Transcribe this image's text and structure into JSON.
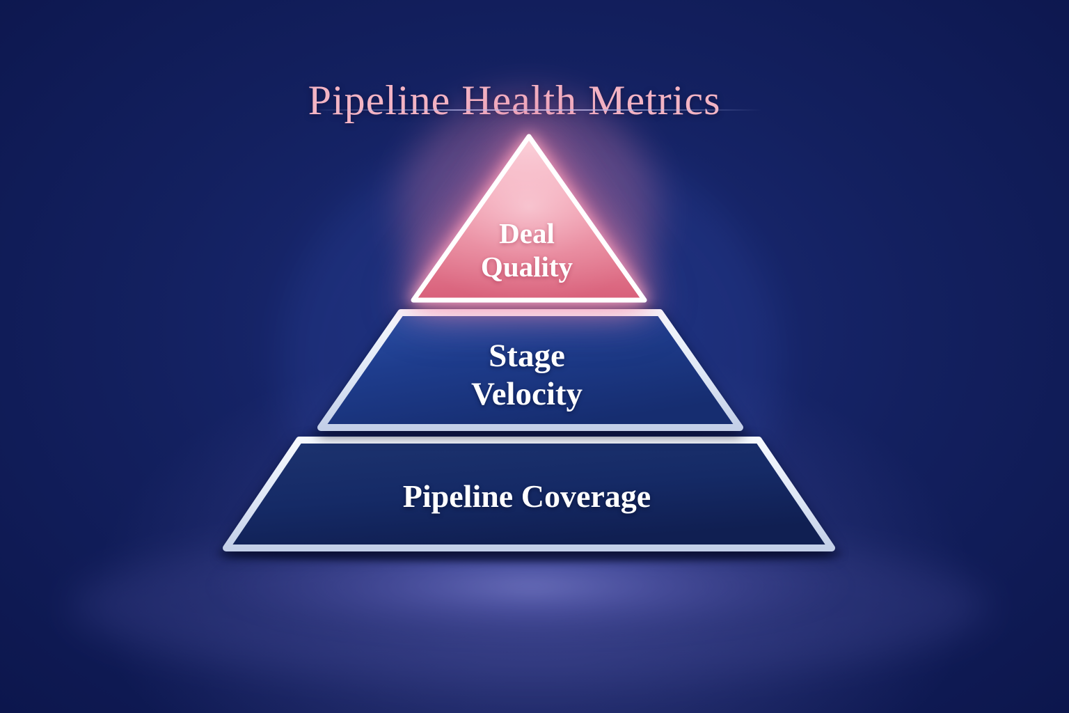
{
  "title": {
    "text": "Pipeline Health Metrics"
  },
  "diagram": {
    "kind": "pyramid",
    "name": "pipeline-health-metrics-pyramid",
    "levels": [
      {
        "rank": 1,
        "position": "top",
        "label": "Deal Quality",
        "line1": "Deal",
        "line2": "Quality",
        "fill_color": "#e87f95",
        "border_color": "#ffffff"
      },
      {
        "rank": 2,
        "position": "middle",
        "label": "Stage Velocity",
        "line1": "Stage",
        "line2": "Velocity",
        "fill_color": "#1f3c8c",
        "border_color": "#e9eef8"
      },
      {
        "rank": 3,
        "position": "bottom",
        "label": "Pipeline Coverage",
        "line1": "Pipeline Coverage",
        "line2": "",
        "fill_color": "#152a66",
        "border_color": "#e6ecf6"
      }
    ],
    "colors": {
      "background_navy": "#0d1a55",
      "title_pink": "#f3b4c4",
      "accent_pink": "#e87f95",
      "glow_purple": "#6a6cbe",
      "border_light": "#e9eef8"
    }
  }
}
